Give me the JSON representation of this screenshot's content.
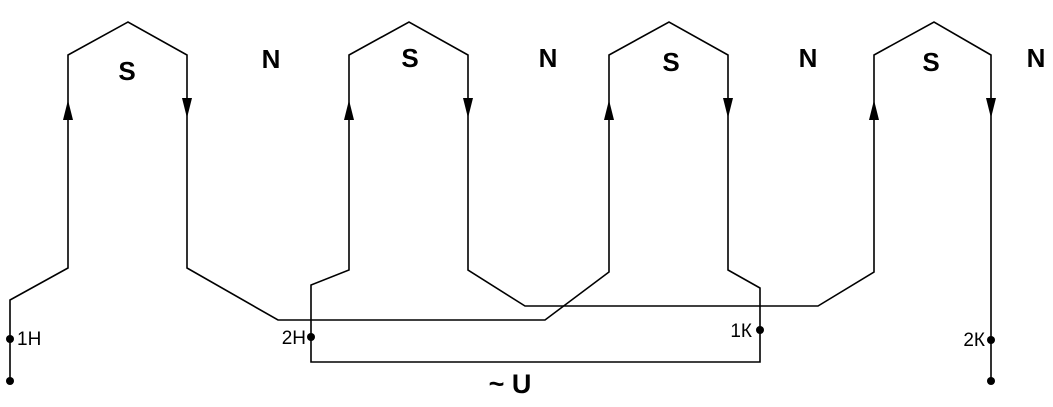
{
  "poles": {
    "s1": "S",
    "n1": "N",
    "s2": "S",
    "n2": "N",
    "s3": "S",
    "n3": "N",
    "s4": "S",
    "n4": "N"
  },
  "terminals": {
    "start_1": "1Н",
    "start_2": "2Н",
    "end_1": "1К",
    "end_2": "2К"
  },
  "supply": "~ U",
  "colors": {
    "line": "#000000",
    "background": "#ffffff"
  }
}
